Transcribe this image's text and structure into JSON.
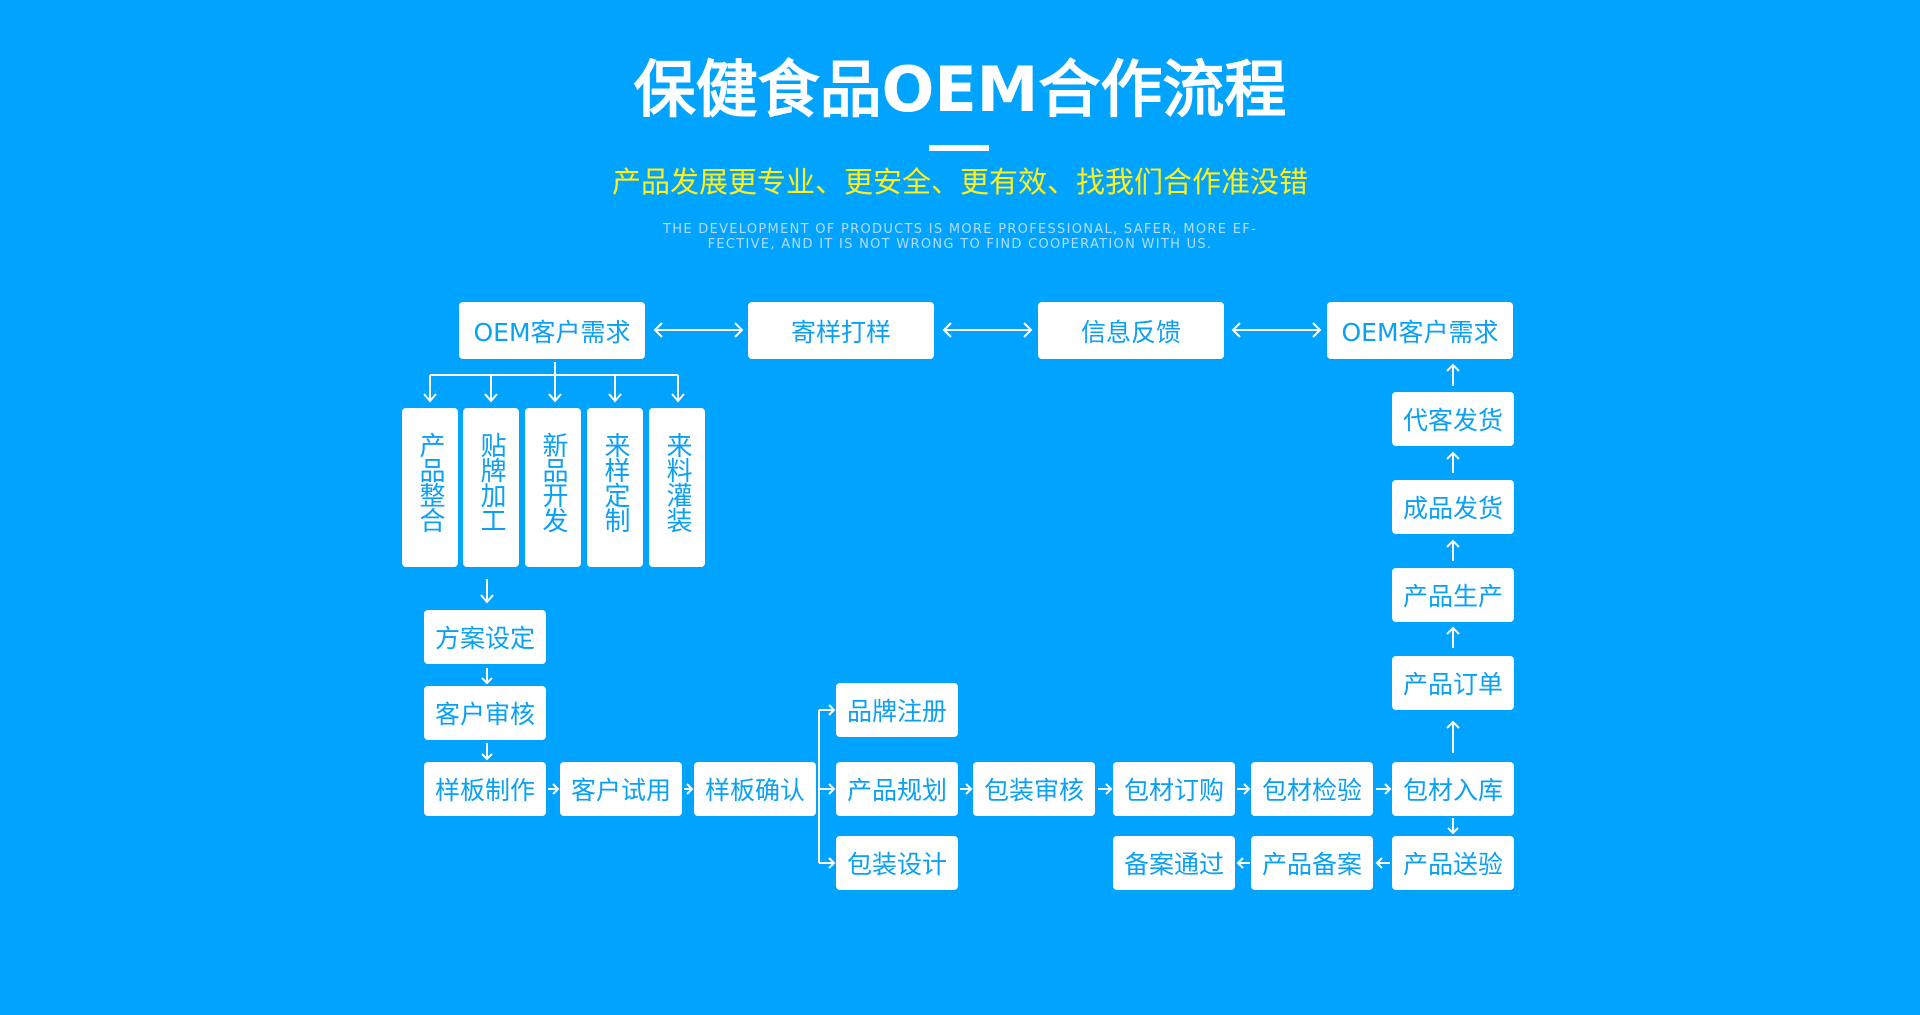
{
  "header": {
    "title": "保健食品OEM合作流程",
    "subtitle": "产品发展更专业、更安全、更有效、找我们合作准没错",
    "english_line1": "THE DEVELOPMENT OF PRODUCTS IS MORE PROFESSIONAL, SAFER, MORE EF-",
    "english_line2": "FECTIVE, AND IT IS NOT WRONG TO FIND COOPERATION WITH US."
  },
  "top_row": [
    "OEM客户需求",
    "寄样打样",
    "信息反馈",
    "OEM客户需求"
  ],
  "options": [
    "产品整合",
    "贴牌加工",
    "新品开发",
    "来样定制",
    "来料灌装"
  ],
  "left_column": [
    "方案设定",
    "客户审核"
  ],
  "main_row": [
    "样板制作",
    "客户试用",
    "样板确认",
    "产品规划",
    "包装审核",
    "包材订购",
    "包材检验",
    "包材入库"
  ],
  "branch": {
    "upper": "品牌注册",
    "lower": "包装设计"
  },
  "bottom_row": [
    "备案通过",
    "产品备案",
    "产品送验"
  ],
  "right_column": [
    "代客发货",
    "成品发货",
    "产品生产",
    "产品订单"
  ],
  "colors": {
    "background": "#00a3fe",
    "box": "#ffffff",
    "box_text": "#0aa0f4",
    "subtitle": "#ffef1a"
  }
}
